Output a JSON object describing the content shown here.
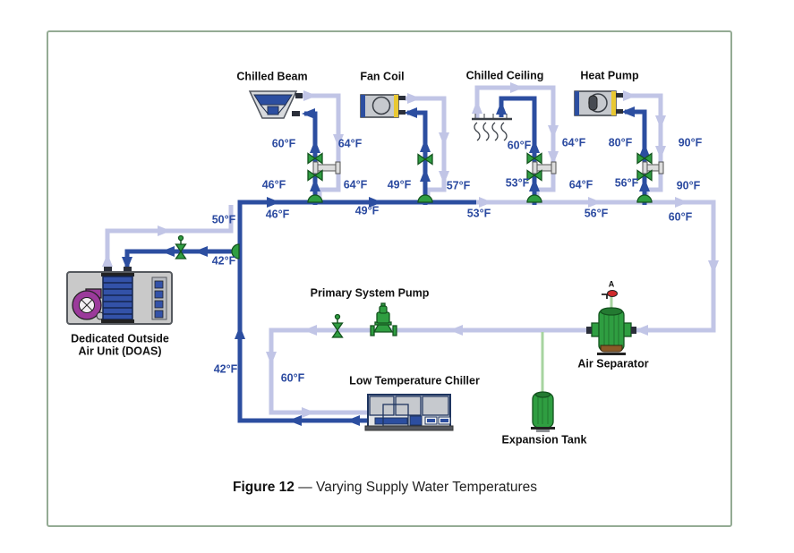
{
  "colors": {
    "supply": "#2c4ea0",
    "return": "#c1c5e6",
    "green": "#2f9e41",
    "greendark": "#14531f",
    "ventgreen": "#a7d4a0",
    "labelblue": "#2b4aa0",
    "frame": "#94ab94",
    "magenta": "#9b3a9b",
    "yellow": "#e9c832",
    "red": "#cf2b2b",
    "steel": "#c6c9ce",
    "navy": "#1f3560"
  },
  "caption": {
    "figure_label": "Figure 12",
    "title": "— Varying Supply Water Temperatures"
  },
  "terminals": {
    "chilled_beam": {
      "title": "Chilled Beam",
      "unit_supply_temp": "60°F",
      "unit_return_temp": "64°F",
      "branch_supply_temp": "46°F",
      "branch_return_temp": "64°F"
    },
    "fan_coil": {
      "title": "Fan Coil",
      "branch_supply_temp": "49°F",
      "branch_return_temp": "57°F"
    },
    "chilled_ceiling": {
      "title": "Chilled Ceiling",
      "unit_supply_temp": "60°F",
      "unit_return_temp": "64°F",
      "branch_supply_temp": "53°F",
      "branch_return_temp": "64°F"
    },
    "heat_pump": {
      "title": "Heat Pump",
      "unit_supply_temp": "80°F",
      "unit_return_temp": "90°F",
      "branch_supply_temp": "56°F",
      "branch_return_temp": "90°F"
    }
  },
  "main_line": {
    "after_doas": "46°F",
    "after_chilled_beam": "49°F",
    "after_fan_coil": "53°F",
    "after_chilled_ceiling": "56°F",
    "after_heat_pump": "60°F"
  },
  "doas": {
    "title_line1": "Dedicated Outside",
    "title_line2": "Air Unit (DOAS)",
    "supply_temp": "42°F",
    "return_temp": "50°F"
  },
  "plant": {
    "pump_label": "Primary System Pump",
    "chiller_label": "Low Temperature Chiller",
    "air_separator_label": "Air Separator",
    "air_vent_label": "A",
    "expansion_tank_label": "Expansion Tank",
    "chiller_supply_temp": "42°F",
    "chiller_return_temp": "60°F"
  }
}
